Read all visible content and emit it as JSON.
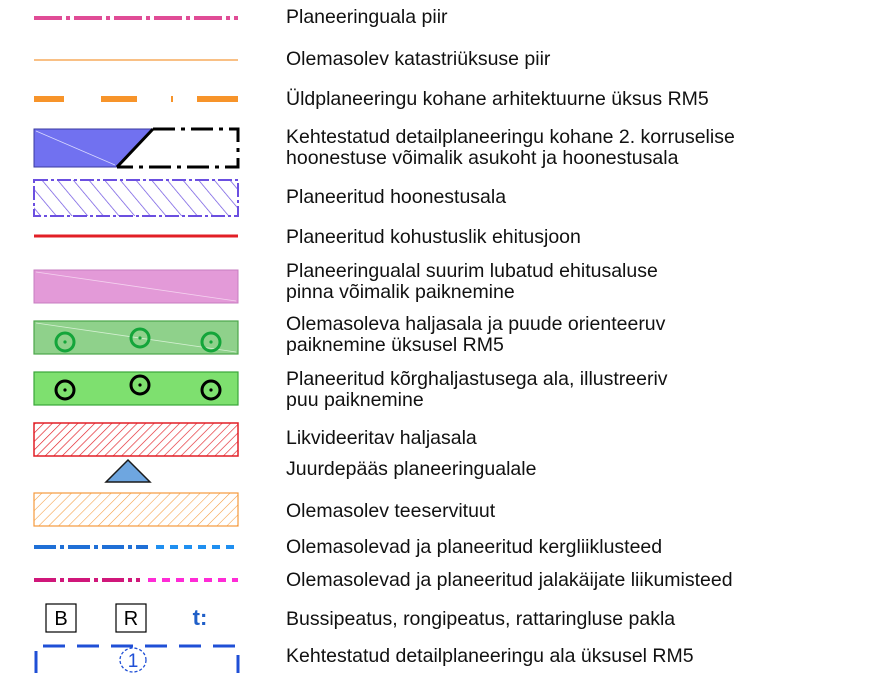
{
  "legend": {
    "items": [
      {
        "symbol": "planning-area-boundary-line",
        "color": "#e04c96",
        "label": "Planeeringuala piir"
      },
      {
        "symbol": "cadastral-unit-boundary-line",
        "color": "#f59a3c",
        "label": "Olemasolev katastriüksuse piir"
      },
      {
        "symbol": "architectural-unit-dashed-line",
        "color": "#f7942a",
        "label": "Üldplaneeringu kohane arhitektuurne üksus RM5"
      },
      {
        "symbol": "existing-detail-plan-building-symbol",
        "color": "#7171f0",
        "label": "Kehtestatud detailplaneeringu kohane 2. korruselise\nhoonestuse võimalik asukoht ja hoonestusala"
      },
      {
        "symbol": "planned-building-area-hatch",
        "color": "#6b4fe0",
        "label": "Planeeritud hoonestusala"
      },
      {
        "symbol": "mandatory-building-line",
        "color": "#e21f26",
        "label": "Planeeritud kohustuslik ehitusjoon"
      },
      {
        "symbol": "max-footprint-rect",
        "color": "#e39ad8",
        "label": "Planeeringualal suurim lubatud ehitusaluse\npinna võimalik paiknemine"
      },
      {
        "symbol": "existing-green-area-trees",
        "color": "#8fd18b",
        "label": "Olemasoleva haljasala ja puude orienteeruv\npaiknemine üksusel RM5"
      },
      {
        "symbol": "planned-tall-greenery",
        "color": "#7ee06f",
        "label": "Planeeritud kõrghaljastusega ala, illustreeriv\npuu paiknemine"
      },
      {
        "symbol": "removed-green-area-hatch",
        "color": "#e21f26",
        "label": "Likvideeritav haljasala"
      },
      {
        "symbol": "access-triangle",
        "color": "#6ea6e0",
        "label": "Juurdepääs planeeringualale"
      },
      {
        "symbol": "road-servitude-hatch",
        "color": "#f59a3c",
        "label": "Olemasolev teeservituut"
      },
      {
        "symbol": "bicycle-path-line",
        "color": "#1f6fd6",
        "label": "Olemasolevad ja planeeritud kergliiklusteed"
      },
      {
        "symbol": "pedestrian-path-line",
        "color": "#d0177a",
        "label": "Olemasolevad ja planeeritud jalakäijate liikumisteed"
      },
      {
        "symbol": "stops-symbols",
        "color": "#1f5fc8",
        "label": "Bussipeatus, rongipeatus, rattaringluse pakla"
      },
      {
        "symbol": "detail-plan-area-rm5",
        "color": "#1f4fd6",
        "label": "Kehtestatud detailplaneeringu ala üksusel RM5"
      }
    ],
    "stops": {
      "bus_letter": "B",
      "train_letter": "R",
      "bike_glyph": "t:"
    },
    "detail_plan_number": "1"
  }
}
